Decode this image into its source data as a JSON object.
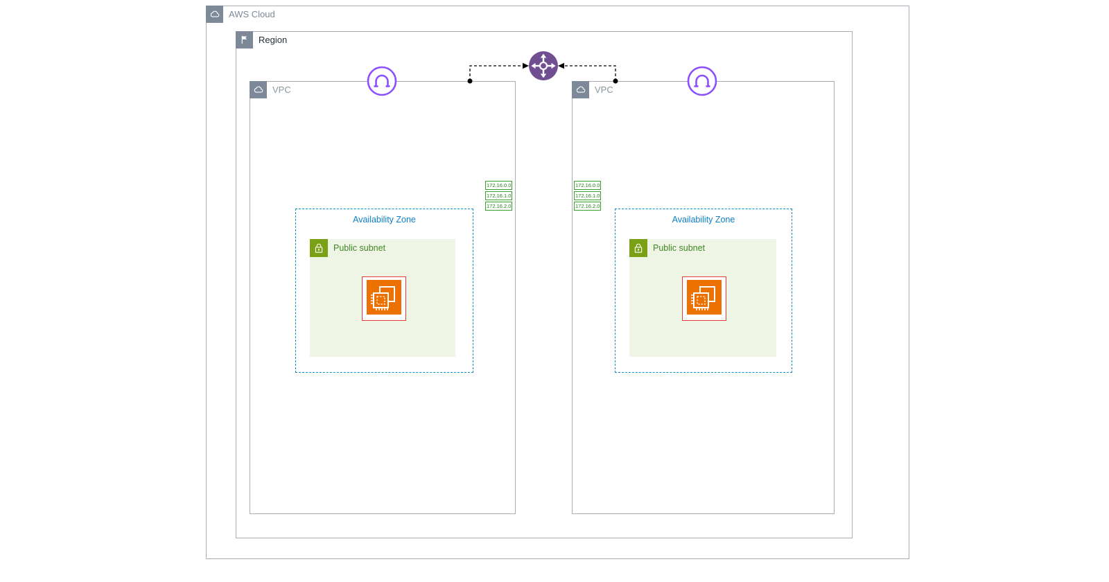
{
  "aws_cloud": {
    "label": "AWS Cloud",
    "icon": "aws-cloud-icon"
  },
  "region": {
    "label": "Region",
    "icon": "region-flag-icon"
  },
  "transit_gateway": {
    "icon": "transit-gateway-icon"
  },
  "internet_gateways": [
    {
      "icon": "internet-gateway-icon"
    },
    {
      "icon": "internet-gateway-icon"
    }
  ],
  "vpcs": [
    {
      "label": "VPC",
      "icon": "vpc-cloud-icon",
      "cidrs": [
        "172.16.0.0",
        "172.16.1.0",
        "172.16.2.0"
      ],
      "availability_zone": {
        "label": "Availability Zone"
      },
      "public_subnet": {
        "label": "Public subnet",
        "icon": "lock-icon",
        "instance_icon": "ec2-instance-icon"
      }
    },
    {
      "label": "VPC",
      "icon": "vpc-cloud-icon",
      "cidrs": [
        "172.16.0.0",
        "172.16.1.0",
        "172.16.2.0"
      ],
      "availability_zone": {
        "label": "Availability Zone"
      },
      "public_subnet": {
        "label": "Public subnet",
        "icon": "lock-icon",
        "instance_icon": "ec2-instance-icon"
      }
    }
  ],
  "colors": {
    "group_border_gray": "#a6aeb5",
    "badge_gray": "#7d8998",
    "az_blue": "#0b7fc4",
    "subnet_green": "#7aa116",
    "subnet_fill": "#eff5e5",
    "subnet_label_green": "#3f8624",
    "cidr_green": "#36a02b",
    "ec2_orange": "#ed7100",
    "ec2_frame_red": "#e53935",
    "internet_gateway_purple": "#8c4fff",
    "transit_gateway_purple": "#6f4e92",
    "connector_black": "#000000"
  }
}
